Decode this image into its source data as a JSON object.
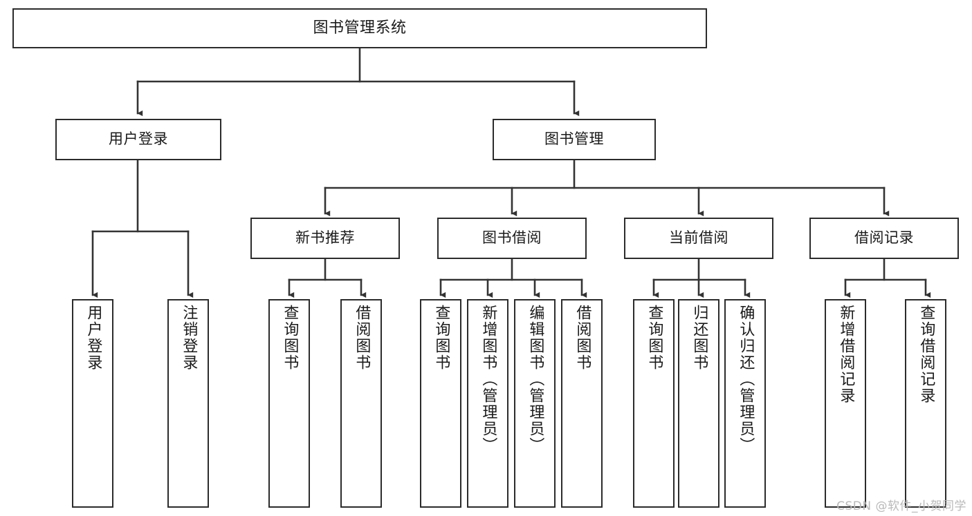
{
  "diagram": {
    "type": "tree",
    "title": "图书管理系统",
    "orientation": "top-down",
    "colors": {
      "box_border": "#2b2b2b",
      "box_fill": "#ffffff",
      "connector": "#333333",
      "text": "#1a1a1a",
      "watermark": "#b9b9b9"
    },
    "watermark": "CSDN @软件_小贺同学"
  },
  "nodes": {
    "root": {
      "label": "图书管理系统"
    },
    "level1": [
      {
        "id": "user-login",
        "label": "用户登录"
      },
      {
        "id": "book-manage",
        "label": "图书管理"
      }
    ],
    "level2": [
      {
        "id": "new-book-recommend",
        "label": "新书推荐"
      },
      {
        "id": "book-borrow",
        "label": "图书借阅"
      },
      {
        "id": "current-borrow",
        "label": "当前借阅"
      },
      {
        "id": "borrow-record",
        "label": "借阅记录"
      }
    ],
    "leaves": {
      "user-login": [
        {
          "id": "leaf-user-login",
          "label": "用户登录"
        },
        {
          "id": "leaf-logout-login",
          "label": "注销登录"
        }
      ],
      "new-book-recommend": [
        {
          "id": "leaf-query-book-1",
          "label": "查询图书"
        },
        {
          "id": "leaf-borrow-book-1",
          "label": "借阅图书"
        }
      ],
      "book-borrow": [
        {
          "id": "leaf-query-book-2",
          "label": "查询图书"
        },
        {
          "id": "leaf-add-book",
          "label": "新增图书（管理员）"
        },
        {
          "id": "leaf-edit-book",
          "label": "编辑图书（管理员）"
        },
        {
          "id": "leaf-borrow-book-2",
          "label": "借阅图书"
        }
      ],
      "current-borrow": [
        {
          "id": "leaf-query-book-3",
          "label": "查询图书"
        },
        {
          "id": "leaf-return-book",
          "label": "归还图书"
        },
        {
          "id": "leaf-confirm-return",
          "label": "确认归还（管理员）"
        }
      ],
      "borrow-record": [
        {
          "id": "leaf-add-record",
          "label": "新增借阅记录"
        },
        {
          "id": "leaf-query-record",
          "label": "查询借阅记录"
        }
      ]
    }
  }
}
